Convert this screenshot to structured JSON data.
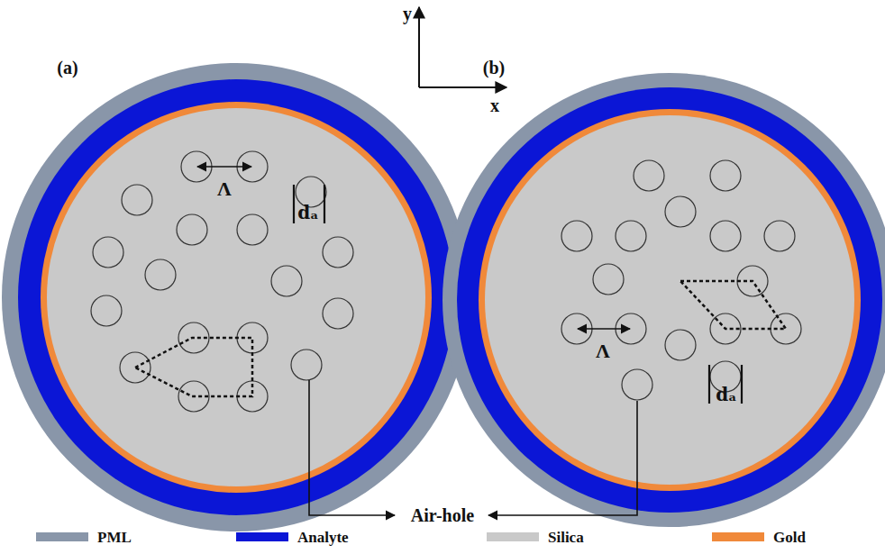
{
  "diagram": {
    "labels": [
      "(a)",
      "(b)",
      "y",
      "x",
      "Λ",
      "dₐ",
      "Λ",
      "dₐ",
      "Air-hole"
    ],
    "legend": [
      {
        "text": "PML",
        "color": "#8996a9"
      },
      {
        "text": "Analyte",
        "color": "#0b16d6"
      },
      {
        "text": "Silica",
        "color": "#c9c9c9"
      },
      {
        "text": "Gold",
        "color": "#f0893a"
      }
    ]
  }
}
